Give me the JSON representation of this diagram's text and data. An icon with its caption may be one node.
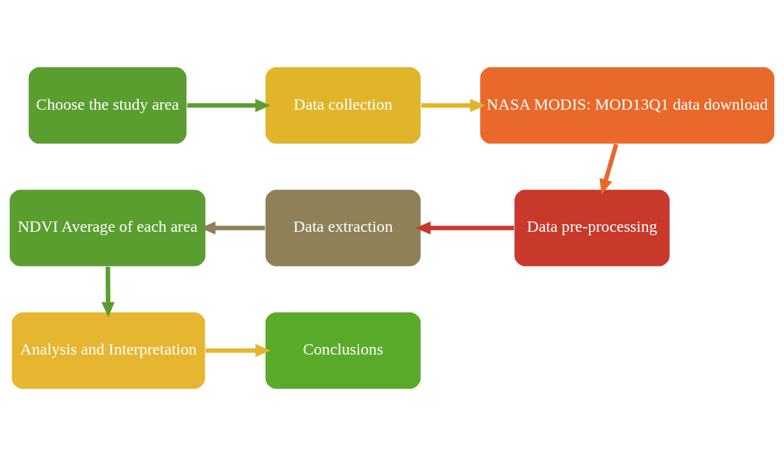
{
  "diagram": {
    "nodes": [
      {
        "text": [
          "Choose the study area"
        ]
      },
      {
        "text": [
          "Data collection"
        ]
      },
      {
        "text": [
          "NASA MODIS: MOD13Q1 data download"
        ]
      },
      {
        "text": [
          "NDVI Average of each area"
        ]
      },
      {
        "text": [
          "Data extraction"
        ]
      },
      {
        "text": [
          "Data pre-processing"
        ]
      },
      {
        "text": [
          "Analysis and Interpretation"
        ]
      },
      {
        "text": [
          "Conclusions"
        ]
      }
    ],
    "edges": [
      {
        "from": 0,
        "to": 1,
        "arrow": "to",
        "color": "#5a9e2f"
      },
      {
        "from": 1,
        "to": 2,
        "arrow": "to",
        "color": "#e0b52a"
      },
      {
        "from": 2,
        "to": 5,
        "arrow": "to",
        "color": "#e8692a"
      },
      {
        "from": 5,
        "to": 4,
        "arrow": "to",
        "color": "#c8392b"
      },
      {
        "from": 4,
        "to": 3,
        "arrow": "to",
        "color": "#8f8058"
      },
      {
        "from": 3,
        "to": 6,
        "arrow": "to",
        "color": "#5a9e2f"
      },
      {
        "from": 6,
        "to": 7,
        "arrow": "to",
        "color": "#e6b630"
      }
    ]
  }
}
